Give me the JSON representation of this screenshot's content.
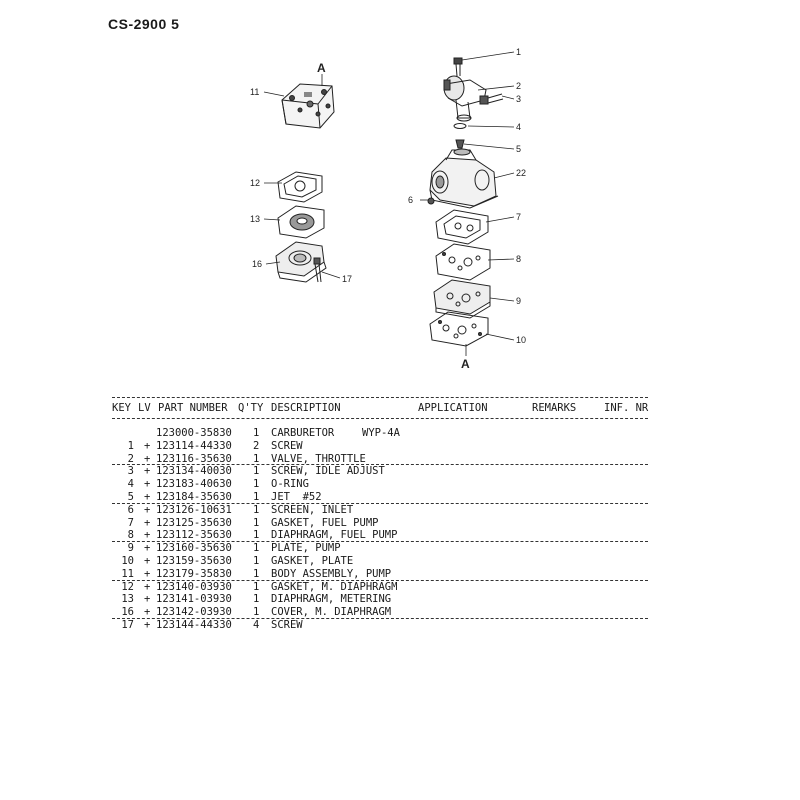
{
  "page_title": "CS-2900  5",
  "diagram": {
    "callouts": [
      "1",
      "2",
      "3",
      "4",
      "5",
      "22",
      "6",
      "7",
      "8",
      "9",
      "10",
      "11",
      "12",
      "13",
      "16",
      "17"
    ],
    "markers": [
      "A",
      "A"
    ]
  },
  "table": {
    "headers": {
      "key": "KEY",
      "lv": "LV",
      "part_number": "PART NUMBER",
      "qty": "Q'TY",
      "description": "DESCRIPTION",
      "application": "APPLICATION",
      "remarks": "REMARKS",
      "inf_nr": "INF. NR"
    },
    "rows": [
      {
        "key": "",
        "lv": "",
        "pn": "123000-35830",
        "qty": "1",
        "desc": "CARBURETOR",
        "app": "WYP-4A",
        "sep": false
      },
      {
        "key": "1",
        "lv": "+",
        "pn": "123114-44330",
        "qty": "2",
        "desc": "SCREW",
        "app": "",
        "sep": false
      },
      {
        "key": "2",
        "lv": "+",
        "pn": "123116-35630",
        "qty": "1",
        "desc": "VALVE, THROTTLE",
        "app": "",
        "sep": true
      },
      {
        "key": "3",
        "lv": "+",
        "pn": "123134-40030",
        "qty": "1",
        "desc": "SCREW, IDLE ADJUST",
        "app": "",
        "sep": false
      },
      {
        "key": "4",
        "lv": "+",
        "pn": "123183-40630",
        "qty": "1",
        "desc": "O-RING",
        "app": "",
        "sep": false
      },
      {
        "key": "5",
        "lv": "+",
        "pn": "123184-35630",
        "qty": "1",
        "desc": "JET  #52",
        "app": "",
        "sep": true
      },
      {
        "key": "6",
        "lv": "+",
        "pn": "123126-10631",
        "qty": "1",
        "desc": "SCREEN, INLET",
        "app": "",
        "sep": false
      },
      {
        "key": "7",
        "lv": "+",
        "pn": "123125-35630",
        "qty": "1",
        "desc": "GASKET, FUEL PUMP",
        "app": "",
        "sep": false
      },
      {
        "key": "8",
        "lv": "+",
        "pn": "123112-35630",
        "qty": "1",
        "desc": "DIAPHRAGM, FUEL PUMP",
        "app": "",
        "sep": true
      },
      {
        "key": "9",
        "lv": "+",
        "pn": "123160-35630",
        "qty": "1",
        "desc": "PLATE, PUMP",
        "app": "",
        "sep": false
      },
      {
        "key": "10",
        "lv": "+",
        "pn": "123159-35630",
        "qty": "1",
        "desc": "GASKET, PLATE",
        "app": "",
        "sep": false
      },
      {
        "key": "11",
        "lv": "+",
        "pn": "123179-35830",
        "qty": "1",
        "desc": "BODY ASSEMBLY, PUMP",
        "app": "",
        "sep": true
      },
      {
        "key": "12",
        "lv": "+",
        "pn": "123140-03930",
        "qty": "1",
        "desc": "GASKET, M. DIAPHRAGM",
        "app": "",
        "sep": false
      },
      {
        "key": "13",
        "lv": "+",
        "pn": "123141-03930",
        "qty": "1",
        "desc": "DIAPHRAGM, METERING",
        "app": "",
        "sep": false
      },
      {
        "key": "16",
        "lv": "+",
        "pn": "123142-03930",
        "qty": "1",
        "desc": "COVER, M. DIAPHRAGM",
        "app": "",
        "sep": true
      },
      {
        "key": "17",
        "lv": "+",
        "pn": "123144-44330",
        "qty": "4",
        "desc": "SCREW",
        "app": "",
        "sep": false
      }
    ]
  }
}
